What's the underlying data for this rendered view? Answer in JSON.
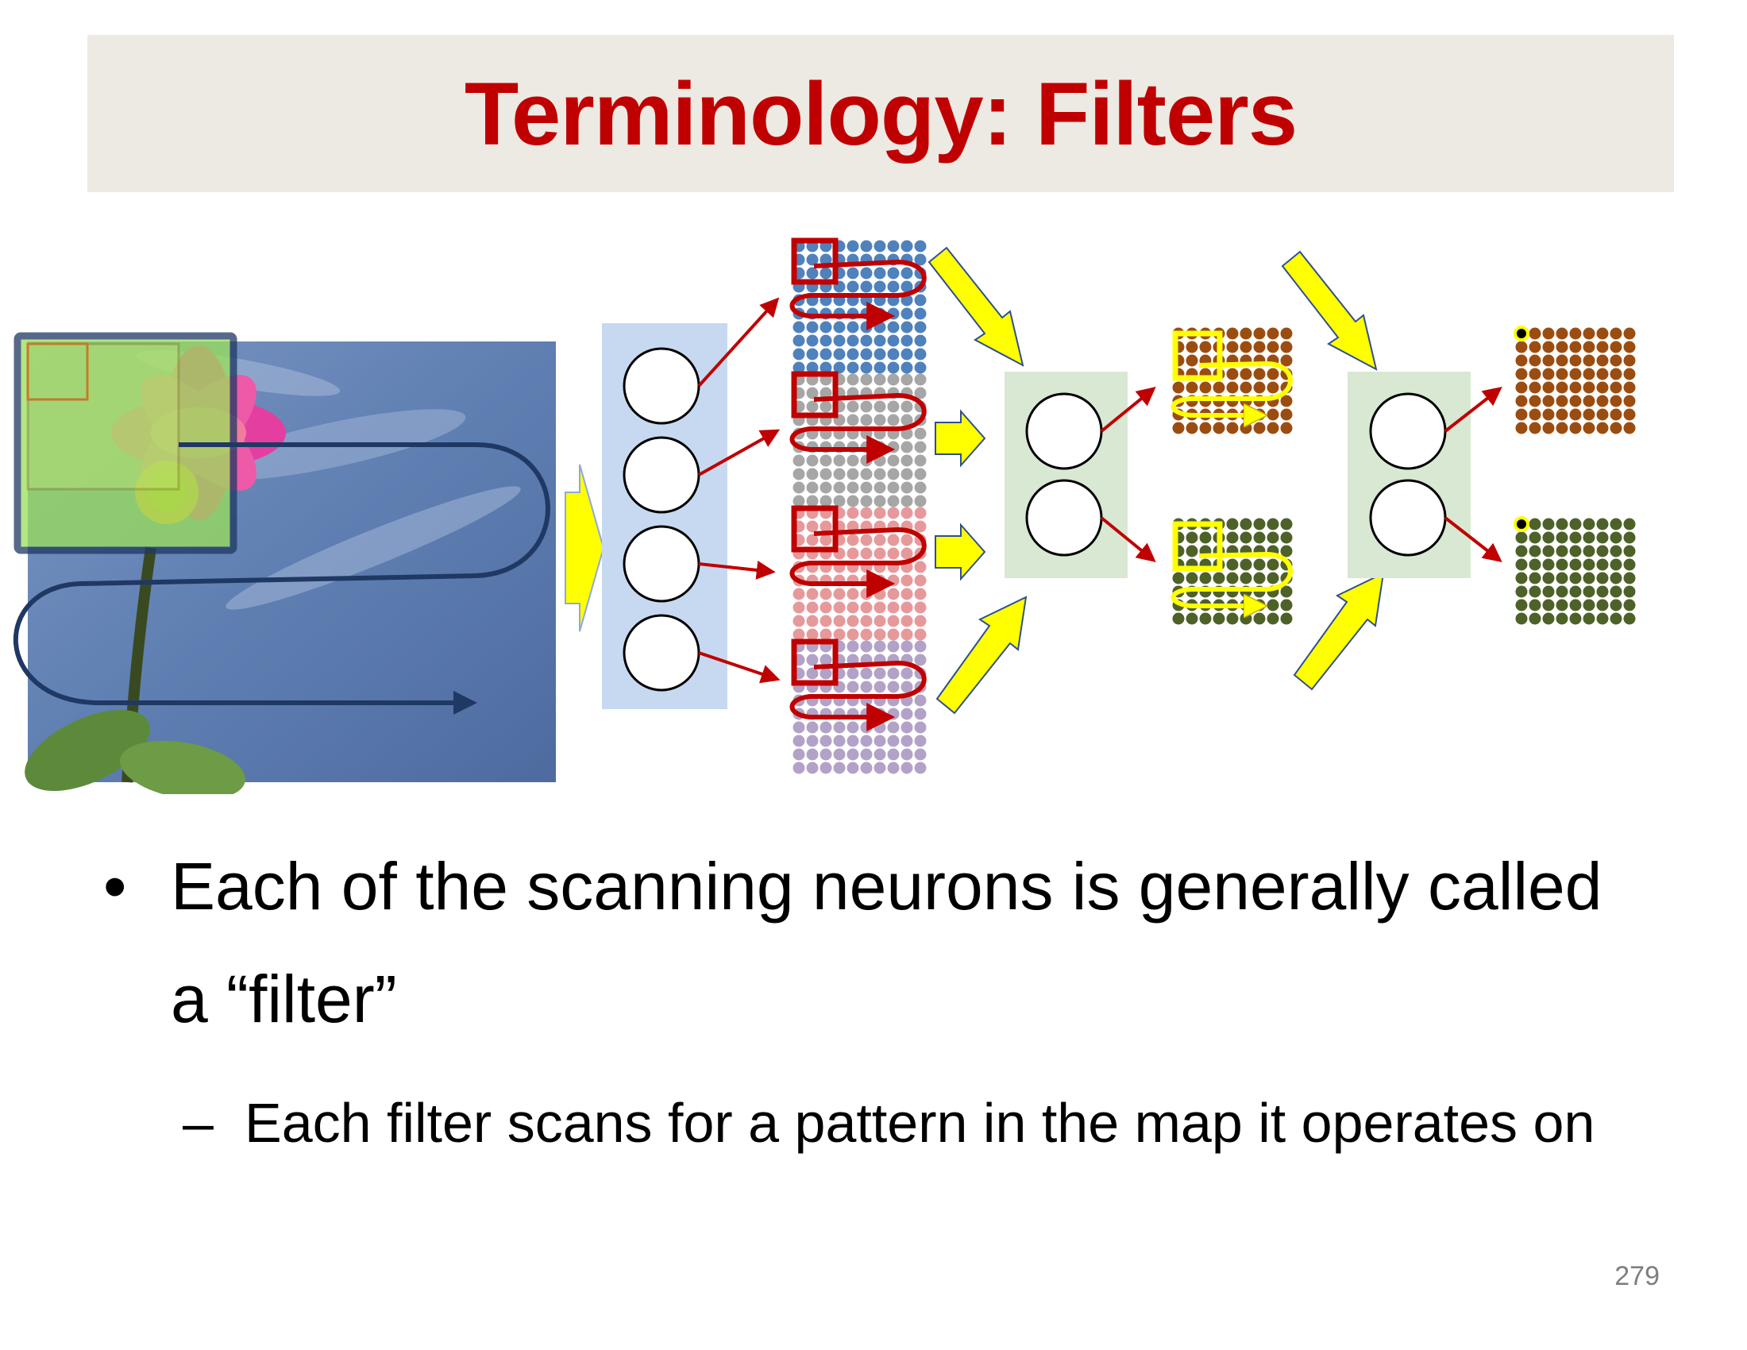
{
  "slide": {
    "title": "Terminology: Filters",
    "page_number": "279"
  },
  "bullets": [
    {
      "text": "Each of the scanning neurons is generally called a “filter”",
      "sub": [
        "Each filter scans for a pattern in the map it operates on"
      ]
    }
  ],
  "colors": {
    "title": "#c00000",
    "title_bar": "#edeae3",
    "neuron_layer_bg": "#c6d9f1",
    "hidden_layer_bg": "#d8e8d3",
    "scan_path_image": "#1f3864",
    "scan_path_maps": "#c00000",
    "scan_path_pooled": "#ffff00",
    "map_colors": [
      "#4f81bd",
      "#a6a6a6",
      "#e6999b",
      "#b3a2c7",
      "#9b4d11",
      "#4e6128"
    ],
    "big_arrow": "#ffff00"
  },
  "diagram": {
    "input_layer_neurons": 4,
    "first_stage_maps": 4,
    "second_layer_neurons": 2,
    "second_stage_maps": 2,
    "third_layer_neurons": 2,
    "output_maps": 2
  }
}
